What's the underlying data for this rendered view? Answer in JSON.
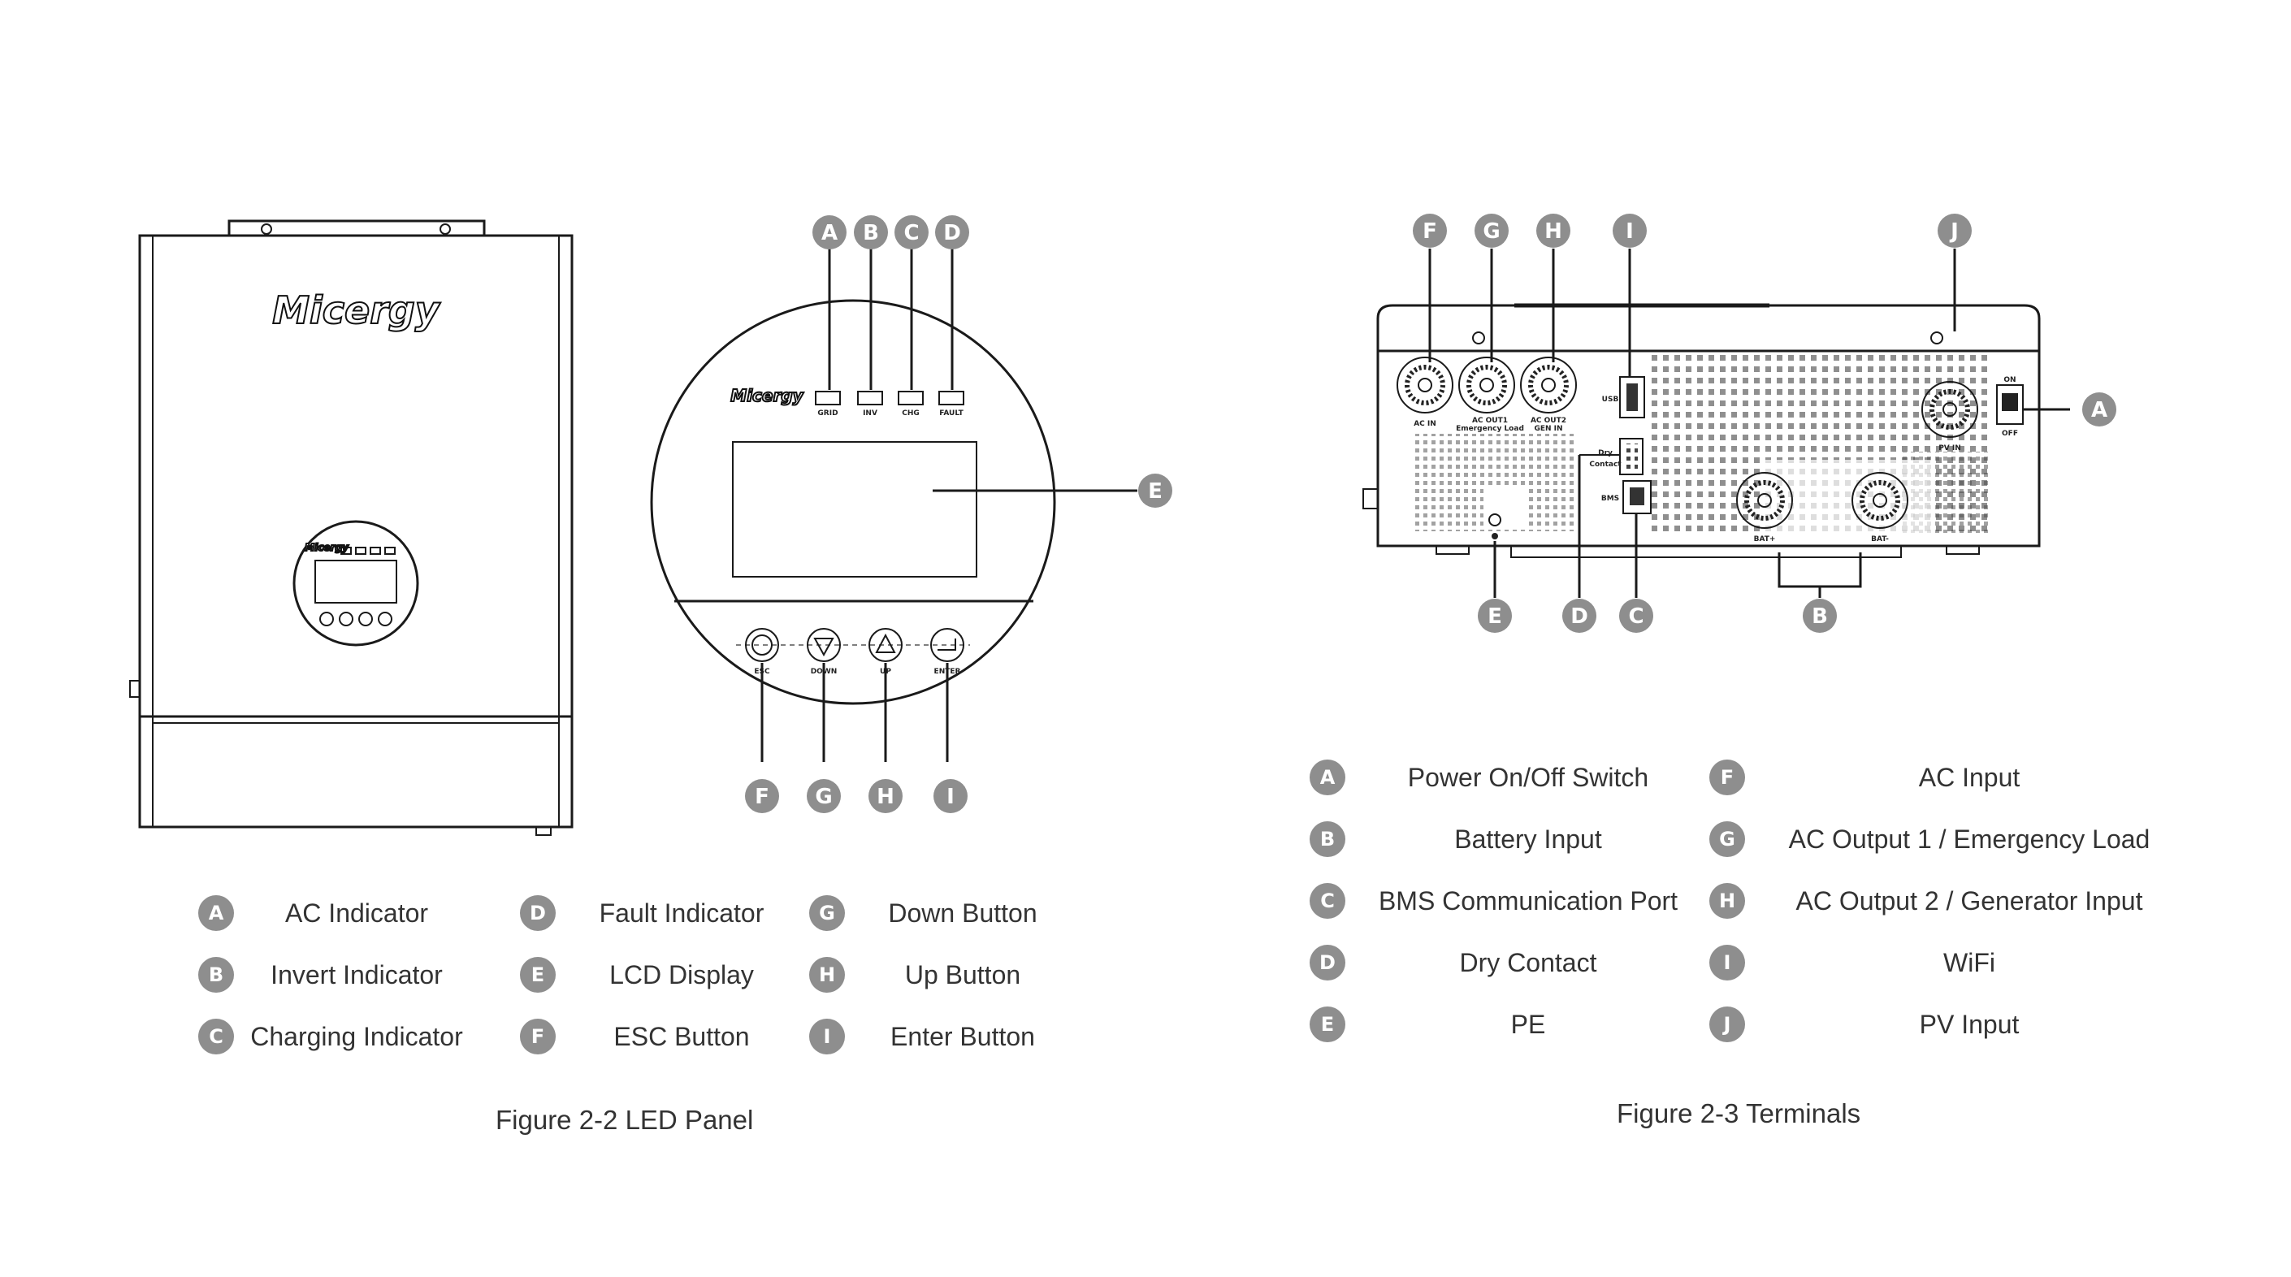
{
  "figure_2_2": {
    "caption": "Figure 2-2  LED Panel",
    "brand": "Micergy",
    "indicator_labels": [
      "GRID",
      "INV",
      "CHG",
      "FAULT"
    ],
    "button_labels": [
      "ESC",
      "DOWN",
      "UP",
      "ENTER"
    ],
    "callouts": [
      "A",
      "B",
      "C",
      "D",
      "E",
      "F",
      "G",
      "H",
      "I"
    ],
    "legend": [
      {
        "letter": "A",
        "label": "AC Indicator"
      },
      {
        "letter": "B",
        "label": "Invert Indicator"
      },
      {
        "letter": "C",
        "label": "Charging Indicator"
      },
      {
        "letter": "D",
        "label": "Fault Indicator"
      },
      {
        "letter": "E",
        "label": "LCD Display"
      },
      {
        "letter": "F",
        "label": "ESC Button"
      },
      {
        "letter": "G",
        "label": "Down Button"
      },
      {
        "letter": "H",
        "label": "Up Button"
      },
      {
        "letter": "I",
        "label": "Enter Button"
      }
    ]
  },
  "figure_2_3": {
    "caption": "Figure 2-3  Terminals",
    "terminal_labels": {
      "ac_in": "AC IN",
      "ac_out1": "AC OUT1",
      "ac_out1_sub": "Emergency Load",
      "ac_out2": "AC OUT2",
      "ac_out2_sub": "GEN IN",
      "usb": "USB",
      "dry": "Dry",
      "contact": "Contact",
      "bms": "BMS",
      "pv_in": "PV IN",
      "on": "ON",
      "off": "OFF",
      "bat_pos": "BAT+",
      "bat_neg": "BAT-"
    },
    "callouts": [
      "F",
      "G",
      "H",
      "I",
      "J",
      "A",
      "B",
      "C",
      "D",
      "E"
    ],
    "legend": [
      {
        "letter": "A",
        "label": "Power On/Off Switch"
      },
      {
        "letter": "B",
        "label": "Battery Input"
      },
      {
        "letter": "C",
        "label": "BMS Communication Port"
      },
      {
        "letter": "D",
        "label": "Dry Contact"
      },
      {
        "letter": "E",
        "label": "PE"
      },
      {
        "letter": "F",
        "label": "AC Input"
      },
      {
        "letter": "G",
        "label": "AC Output 1 / Emergency Load"
      },
      {
        "letter": "H",
        "label": "AC Output 2 / Generator Input"
      },
      {
        "letter": "I",
        "label": "WiFi"
      },
      {
        "letter": "J",
        "label": "PV Input"
      }
    ]
  }
}
